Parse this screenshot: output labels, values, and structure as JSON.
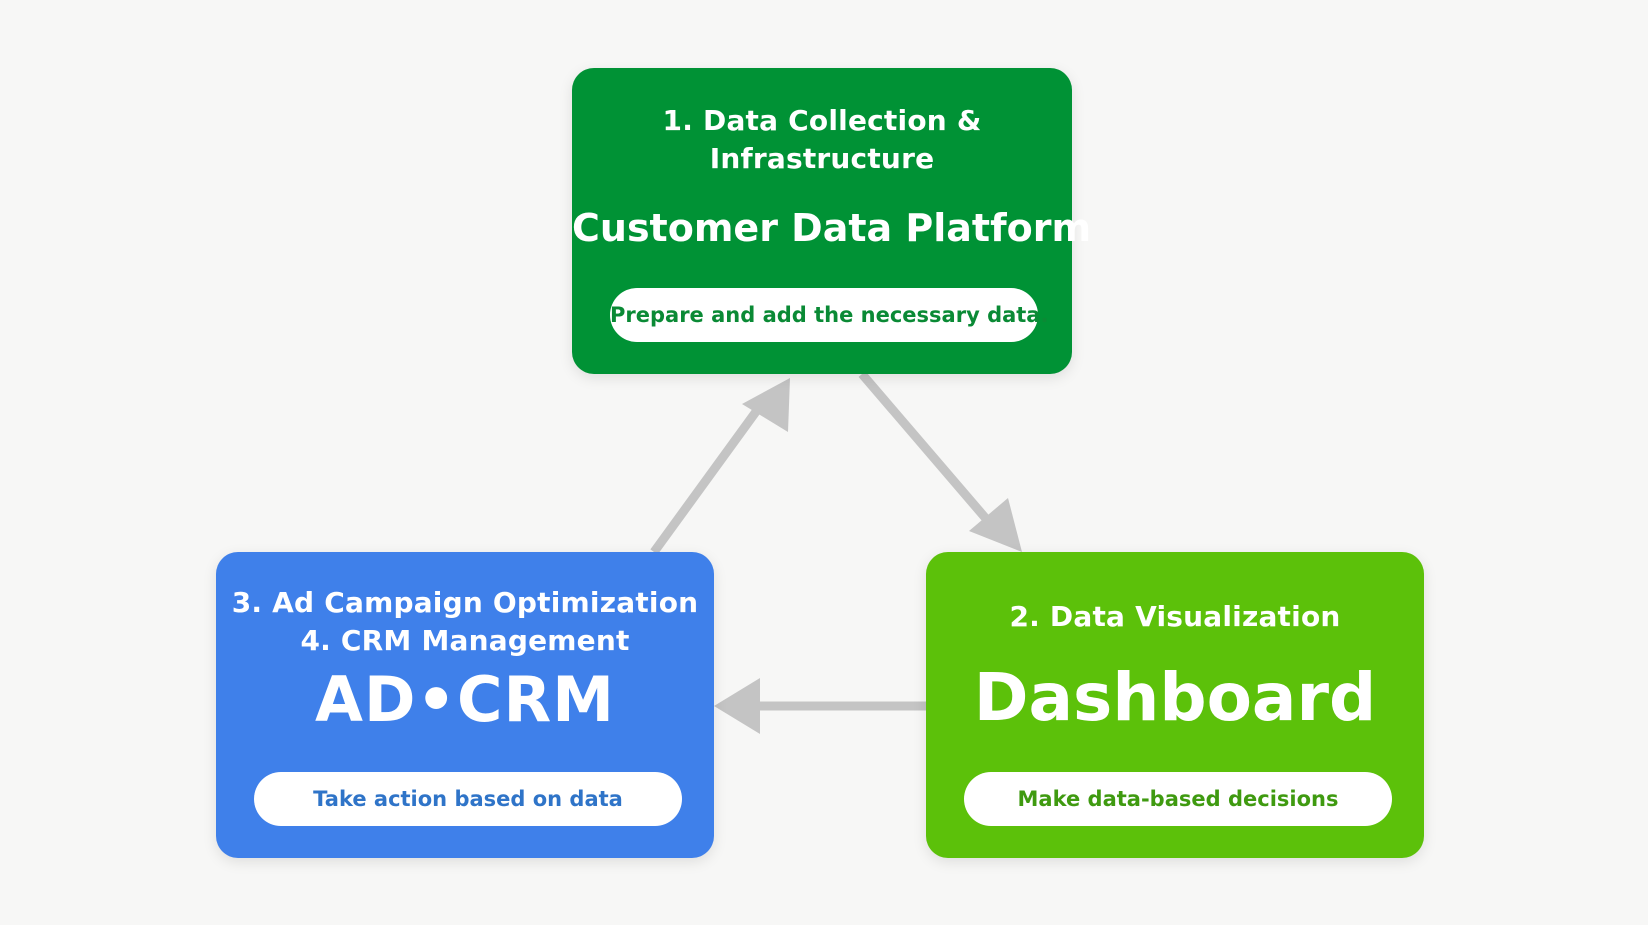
{
  "nodes": {
    "cdp": {
      "subtitle_line1": "1. Data Collection &",
      "subtitle_line2": "Infrastructure",
      "title": "Customer Data Platform",
      "description": "Prepare and add the necessary data.",
      "color": "#009235"
    },
    "dashboard": {
      "subtitle_line1": "2. Data Visualization",
      "title": "Dashboard",
      "description": "Make data-based decisions",
      "color": "#5cc10a"
    },
    "adcrm": {
      "subtitle_line1": "3. Ad Campaign Optimization",
      "subtitle_line2": "4. CRM Management",
      "title": "AD•CRM",
      "description": "Take action based on data",
      "color": "#3f80ea"
    }
  },
  "edges": [
    {
      "from": "cdp",
      "to": "dashboard"
    },
    {
      "from": "dashboard",
      "to": "adcrm"
    },
    {
      "from": "adcrm",
      "to": "cdp"
    }
  ],
  "arrow_color": "#c4c4c4"
}
